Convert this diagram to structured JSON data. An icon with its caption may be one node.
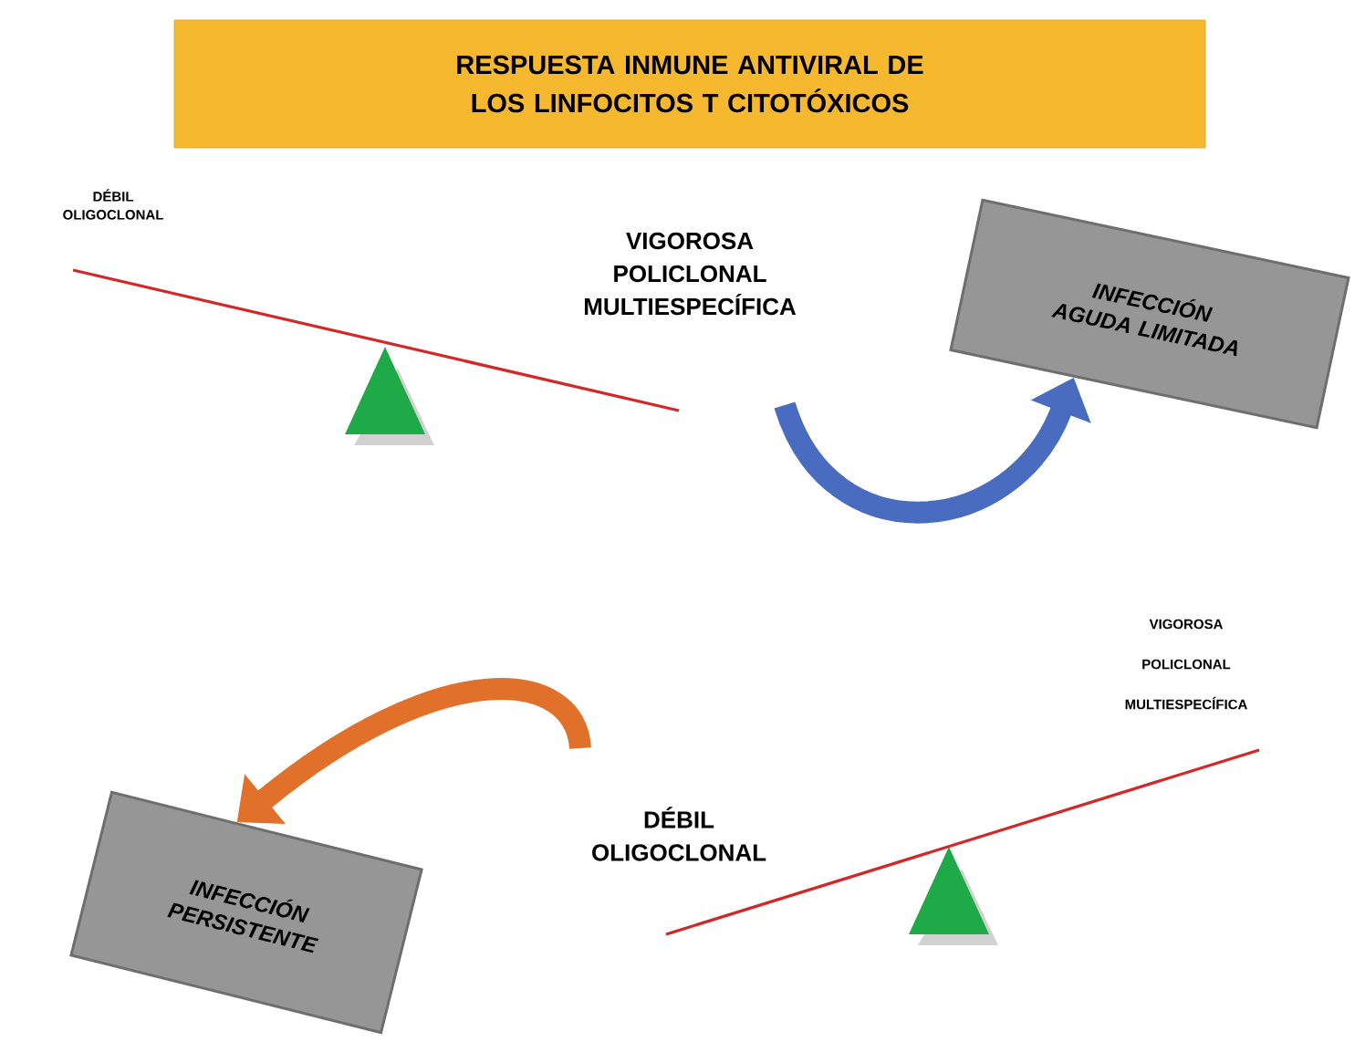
{
  "diagram": {
    "nodes": [
      {
        "text": [
          "RESPUESTA INMUNE ANTIVIRAL DE LOS LINFOCITOS T CITOTÓXICOS"
        ]
      },
      {
        "text": [
          "INFECCIÓN AGUDA LIMITADA"
        ]
      },
      {
        "text": [
          "INFECCIÓN PERSISTENTE"
        ]
      }
    ],
    "edges": [
      {
        "from": null,
        "to": 1,
        "arrow": "to",
        "color": "#4a6cc0"
      },
      {
        "from": null,
        "to": 2,
        "arrow": "to",
        "color": "#e0702a"
      }
    ],
    "labels": [
      "DÉBIL OLIGOCLONAL",
      "VIGOROSA POLICLONAL MULTIESPECÍFICA",
      "VIGOROSA POLICLONAL MULTIESPECÍFICA",
      "DÉBIL OLIGOCLONAL"
    ]
  }
}
